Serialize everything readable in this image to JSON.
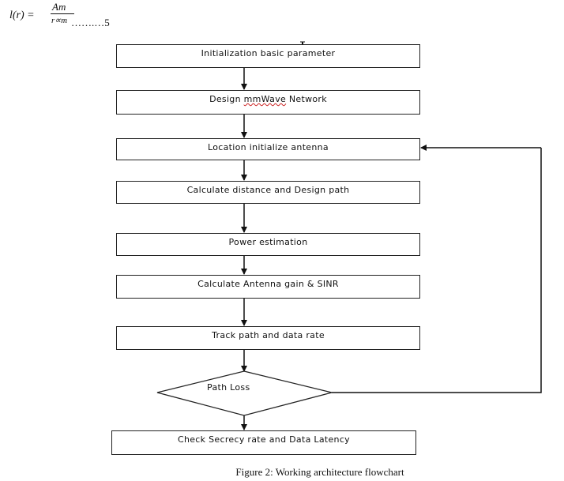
{
  "equation": {
    "lhs": "l(r) =",
    "numerator": "Am",
    "denominator": "r∝m",
    "suffix": "…….…5"
  },
  "flowchart": {
    "steps": [
      "Initialization basic parameter",
      "Design mmWave Network",
      "Location initialize antenna",
      "Calculate distance and Design path",
      "Power estimation",
      "Calculate Antenna gain & SINR",
      "Track path and data rate"
    ],
    "decision": "Path Loss",
    "end": "Check Secrecy rate and Data Latency"
  },
  "caption": "Figure 2: Working architecture flowchart"
}
